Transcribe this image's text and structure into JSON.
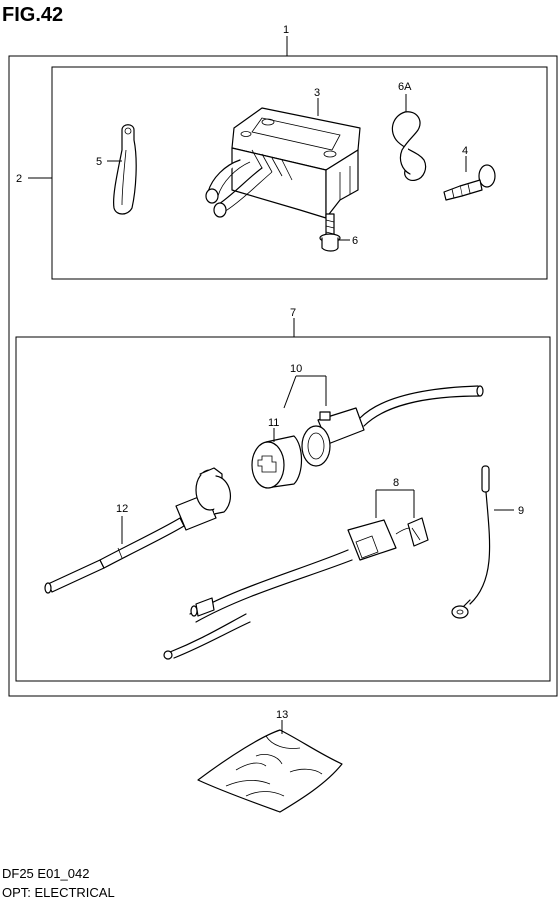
{
  "figure": {
    "title": "FIG.42"
  },
  "footer": {
    "model_code": "DF25 E01_042",
    "description": "OPT: ELECTRICAL"
  },
  "callouts": {
    "c1": "1",
    "c2": "2",
    "c3": "3",
    "c4": "4",
    "c5": "5",
    "c6": "6",
    "c6a": "6A",
    "c7": "7",
    "c8": "8",
    "c9": "9",
    "c10": "10",
    "c11": "11",
    "c12": "12",
    "c13": "13"
  }
}
